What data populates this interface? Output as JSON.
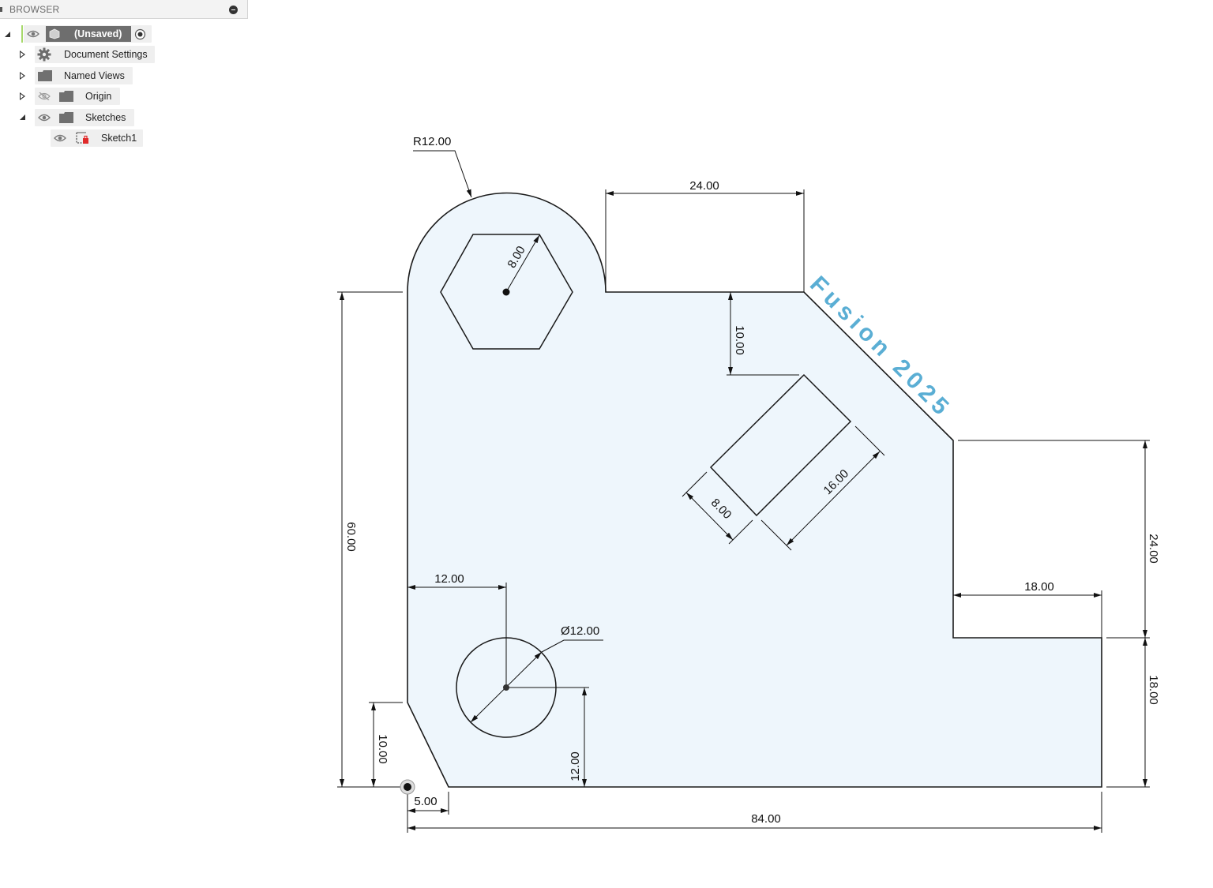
{
  "browser": {
    "title": "BROWSER",
    "root": {
      "label": "(Unsaved)"
    },
    "items": [
      {
        "label": "Document Settings"
      },
      {
        "label": "Named Views"
      },
      {
        "label": "Origin"
      },
      {
        "label": "Sketches"
      },
      {
        "label": "Sketch1"
      }
    ]
  },
  "sketch": {
    "watermark": "Fusion 2025",
    "dimensions": {
      "radius": "R12.00",
      "top_width": "24.00",
      "hex": "8.00",
      "notch_depth": "10.00",
      "left_height": "60.00",
      "slot_length": "16.00",
      "slot_width": "8.00",
      "right_upper": "24.00",
      "step": "18.00",
      "right_lower": "18.00",
      "hole_x": "12.00",
      "hole_dia": "Ø12.00",
      "hole_y": "12.00",
      "chamfer_h": "10.00",
      "chamfer_w": "5.00",
      "total_width": "84.00"
    }
  },
  "colors": {
    "profile_fill": "#eef6fc",
    "watermark": "#5aaed4"
  }
}
